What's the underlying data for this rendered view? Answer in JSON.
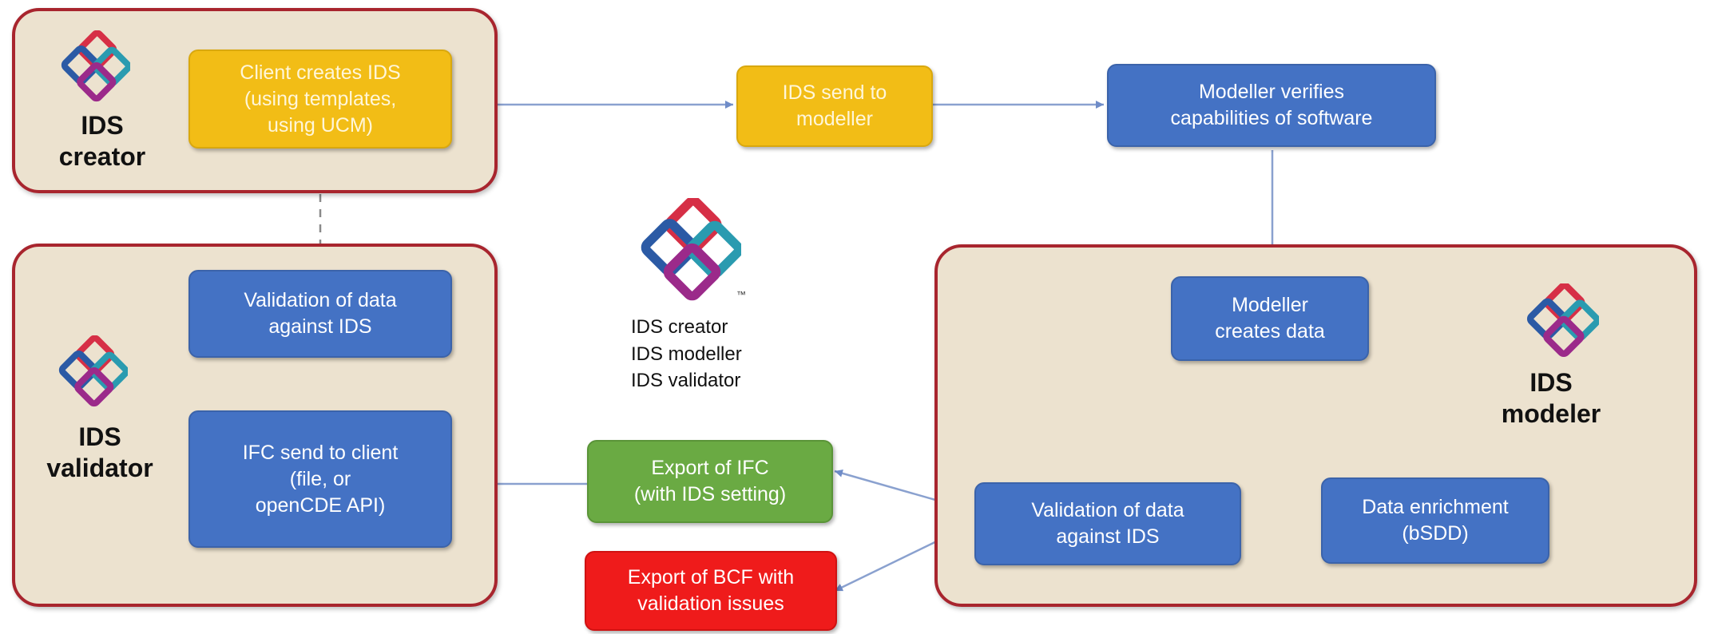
{
  "groups": {
    "creator": {
      "label": "IDS\ncreator"
    },
    "validator": {
      "label": "IDS\nvalidator"
    },
    "modeler": {
      "label": "IDS\nmodeler"
    }
  },
  "boxes": {
    "client_creates_ids": "Client creates IDS\n(using templates,\nusing UCM)",
    "ids_send_to_modeller": "IDS send to\nmodeller",
    "modeller_verifies": "Modeller verifies\ncapabilities of software",
    "validation_left": "Validation of data\nagainst IDS",
    "ifc_send_to_client": "IFC send to client\n(file, or\nopenCDE API)",
    "modeller_creates_data": "Modeller\ncreates data",
    "validation_right": "Validation of data\nagainst IDS",
    "data_enrichment": "Data enrichment\n(bSDD)",
    "export_ifc": "Export of IFC\n(with IDS setting)",
    "export_bcf": "Export of BCF with\nvalidation issues"
  },
  "legend": {
    "lines": [
      "IDS creator",
      "IDS modeller",
      "IDS validator"
    ],
    "tm": "™"
  },
  "colors": {
    "group_fill": "#ece2cf",
    "group_border": "#a8252e",
    "blue": "#4472c4",
    "yellow": "#f2bd16",
    "green": "#6aaa43",
    "red": "#ef1b1b",
    "connector": "#8aa1cf"
  },
  "icons": [
    "ids-logo-icon"
  ]
}
